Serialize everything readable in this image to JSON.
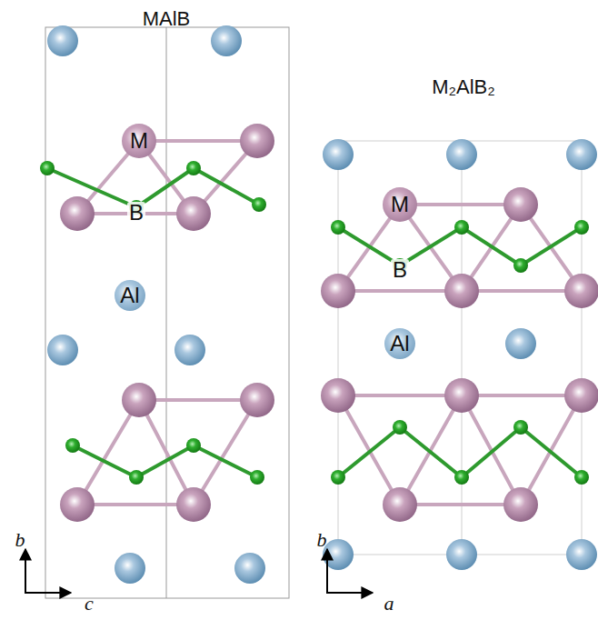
{
  "diagram": {
    "nodes": [
      {
        "text": [
          "M"
        ]
      },
      {
        "text": [
          "Al"
        ]
      },
      {
        "text": [
          "M"
        ]
      },
      {
        "text": [
          "Al"
        ]
      }
    ],
    "labels": [
      "MAlB",
      "B",
      "b",
      "c",
      "M₂AlB₂",
      "B",
      "b",
      "a"
    ]
  }
}
